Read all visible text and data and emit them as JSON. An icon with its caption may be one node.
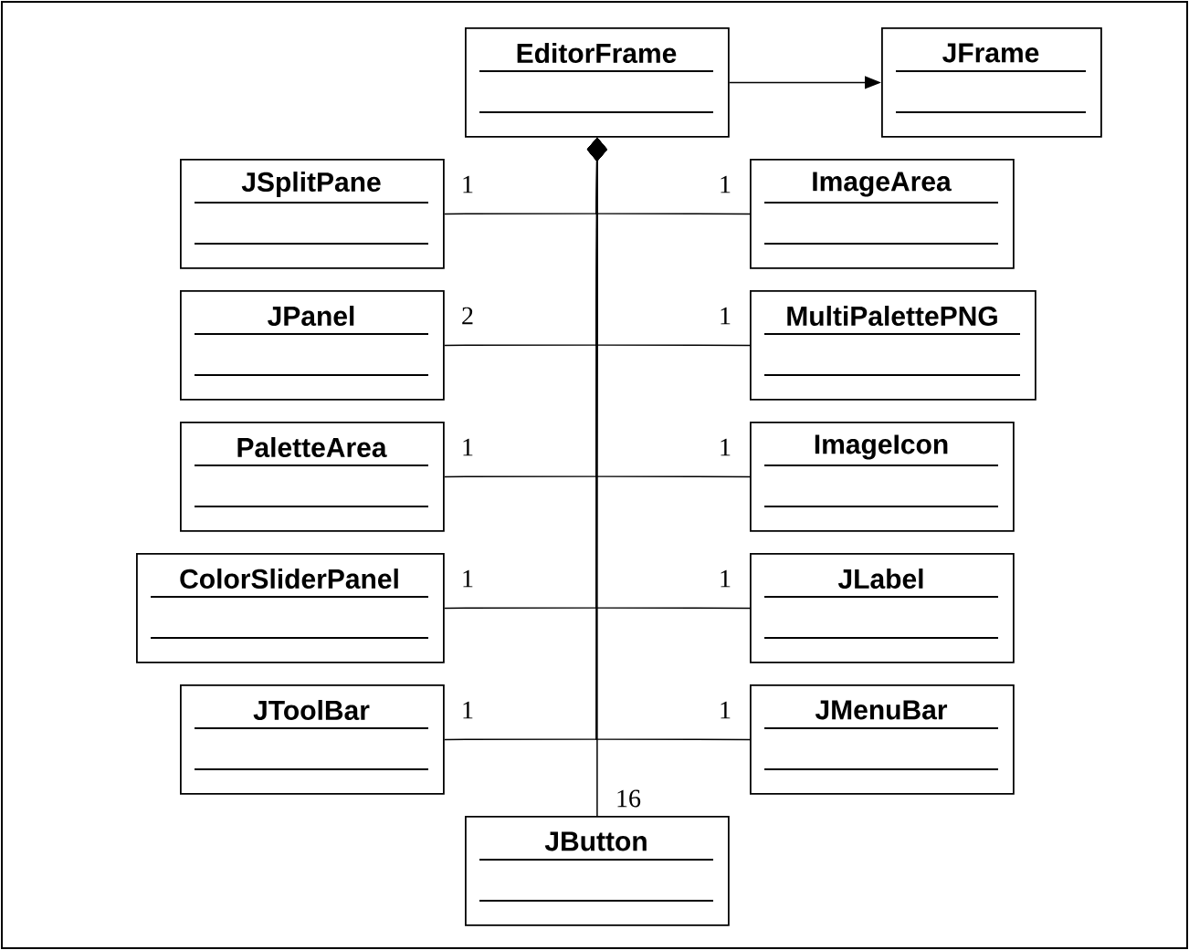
{
  "diagram": {
    "nodes": [
      {
        "text": [
          "EditorFrame"
        ]
      },
      {
        "text": [
          "JFrame"
        ]
      },
      {
        "text": [
          "JSplitPane"
        ]
      },
      {
        "text": [
          "ImageArea"
        ]
      },
      {
        "text": [
          "JPanel"
        ]
      },
      {
        "text": [
          "MultiPalettePNG"
        ]
      },
      {
        "text": [
          "PaletteArea"
        ]
      },
      {
        "text": [
          "ImageIcon"
        ]
      },
      {
        "text": [
          "ColorSliderPanel"
        ]
      },
      {
        "text": [
          "JLabel"
        ]
      },
      {
        "text": [
          "JToolBar"
        ]
      },
      {
        "text": [
          "JMenuBar"
        ]
      },
      {
        "text": [
          "JButton"
        ]
      }
    ],
    "edges": [
      {
        "from": 0,
        "to": 1,
        "arrow": "to"
      },
      {
        "from": 0,
        "to": 2,
        "arrow": "other",
        "label": "1"
      },
      {
        "from": 0,
        "to": 3,
        "arrow": "other",
        "label": "1"
      },
      {
        "from": 0,
        "to": 4,
        "arrow": "other",
        "label": "2"
      },
      {
        "from": 0,
        "to": 5,
        "arrow": "other",
        "label": "1"
      },
      {
        "from": 0,
        "to": 6,
        "arrow": "other",
        "label": "1"
      },
      {
        "from": 0,
        "to": 7,
        "arrow": "other",
        "label": "1"
      },
      {
        "from": 0,
        "to": 8,
        "arrow": "other",
        "label": "1"
      },
      {
        "from": 0,
        "to": 9,
        "arrow": "other",
        "label": "1"
      },
      {
        "from": 0,
        "to": 10,
        "arrow": "other",
        "label": "1"
      },
      {
        "from": 0,
        "to": 11,
        "arrow": "other",
        "label": "1"
      },
      {
        "from": 0,
        "to": 12,
        "arrow": "other",
        "label": "16"
      }
    ]
  }
}
